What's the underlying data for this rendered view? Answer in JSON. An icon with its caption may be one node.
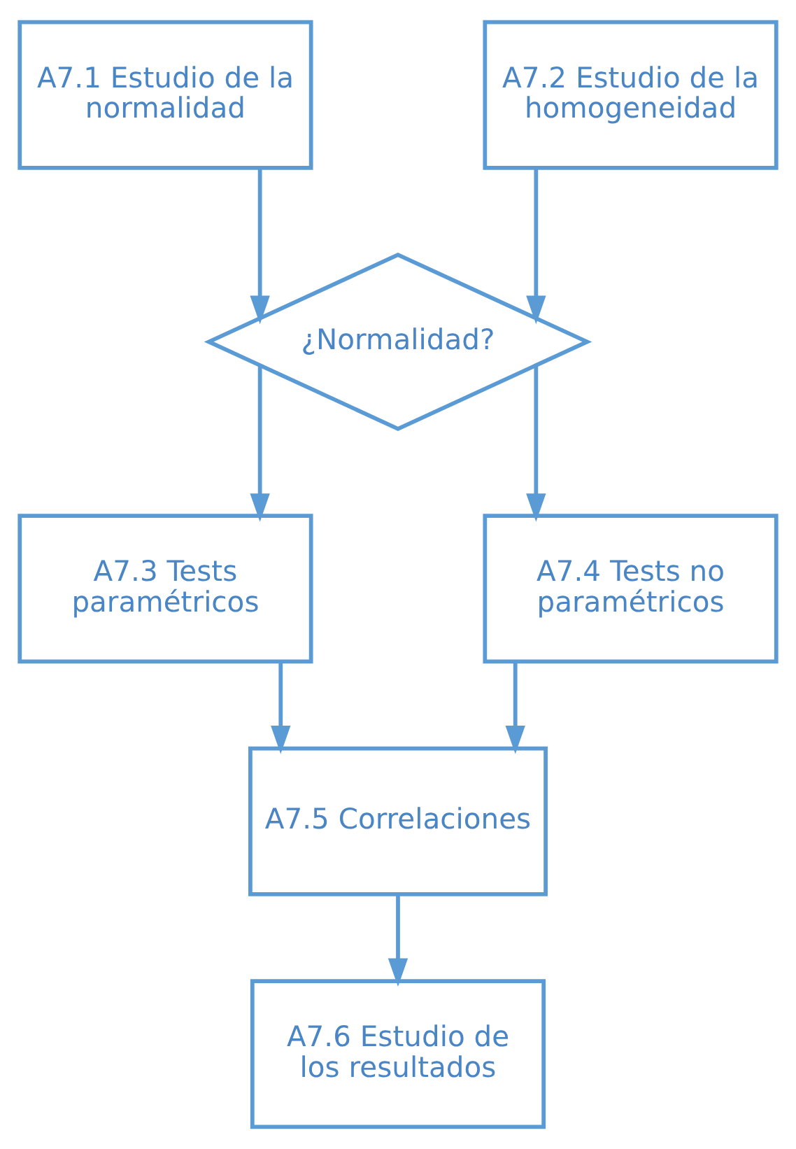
{
  "diagram": {
    "nodes": [
      {
        "text": [
          "A7.1 Estudio de la normalidad"
        ]
      },
      {
        "text": [
          "A7.2 Estudio de la homogeneidad"
        ]
      },
      {
        "text": [
          "¿Normalidad?"
        ]
      },
      {
        "text": [
          "A7.3 Tests paramétricos"
        ]
      },
      {
        "text": [
          "A7.4 Tests no paramétricos"
        ]
      },
      {
        "text": [
          "A7.5 Correlaciones"
        ]
      },
      {
        "text": [
          "A7.6 Estudio de los resultados"
        ]
      }
    ],
    "edges": [
      {
        "from": 0,
        "to": 2,
        "arrow": "to"
      },
      {
        "from": 1,
        "to": 2,
        "arrow": "to"
      },
      {
        "from": 2,
        "to": 3,
        "arrow": "to"
      },
      {
        "from": 2,
        "to": 4,
        "arrow": "to"
      },
      {
        "from": 3,
        "to": 5,
        "arrow": "to"
      },
      {
        "from": 4,
        "to": 5,
        "arrow": "to"
      },
      {
        "from": 5,
        "to": 6,
        "arrow": "to"
      }
    ]
  }
}
